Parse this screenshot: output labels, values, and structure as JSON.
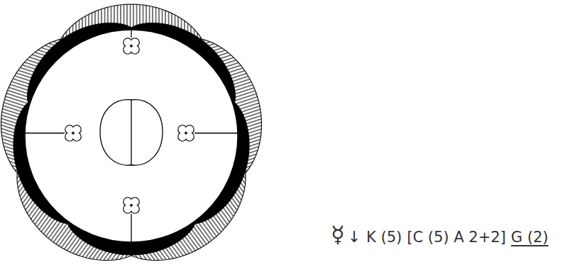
{
  "diagram": {
    "labels": [
      "☿",
      "↓",
      "K (5)",
      "[C (5) A 2+2]",
      "G (2)"
    ]
  }
}
